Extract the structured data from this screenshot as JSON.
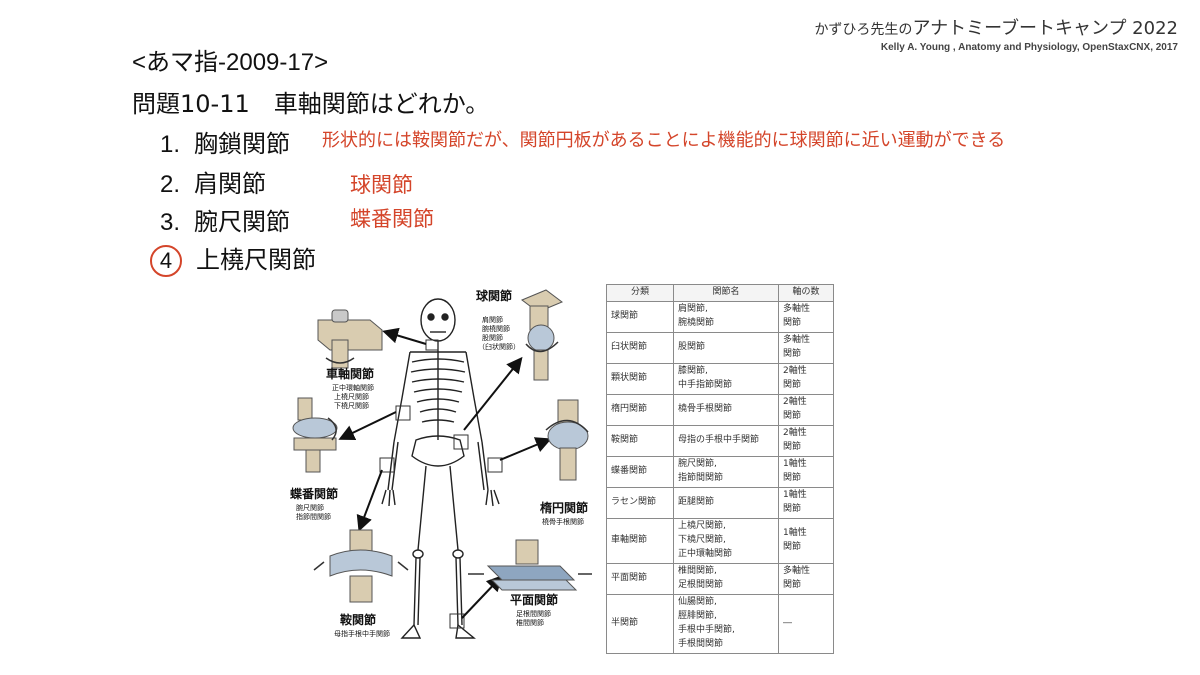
{
  "brand": {
    "title_small": "かずひろ先生の",
    "title_big": "アナトミーブートキャンプ 2022",
    "credit": "Kelly A. Young , Anatomy and Physiology, OpenStaxCNX, 2017"
  },
  "source": "<あマ指-2009-17>",
  "question": "問題10-11　車軸関節はどれか。",
  "options": [
    {
      "num": "1.",
      "label": "胸鎖関節"
    },
    {
      "num": "2.",
      "label": "肩関節"
    },
    {
      "num": "3.",
      "label": "腕尺関節"
    },
    {
      "num": "4",
      "label": "上橈尺関節"
    }
  ],
  "notes": {
    "n1": "形状的には鞍関節だが、関節円板があることによ機能的に球関節に近い運動ができる",
    "n2": "球関節",
    "n3": "蝶番関節"
  },
  "accent": "#d4452a",
  "figure": {
    "ball": {
      "title": "球関節",
      "sub": [
        "肩関節",
        "腕橈関節",
        "股関節",
        "（臼状関節）"
      ]
    },
    "pivot": {
      "title": "車軸関節",
      "sub": [
        "正中環軸関節",
        "上橈尺関節",
        "下橈尺関節"
      ]
    },
    "hinge": {
      "title": "蝶番関節",
      "sub": [
        "腕尺関節",
        "指節間関節"
      ]
    },
    "ellipsoid": {
      "title": "楕円関節",
      "sub": [
        "橈骨手根関節"
      ]
    },
    "saddle": {
      "title": "鞍関節",
      "sub": [
        "母指手根中手関節"
      ]
    },
    "plane": {
      "title": "平面関節",
      "sub": [
        "足根間関節",
        "椎間関節"
      ]
    }
  },
  "table": {
    "headers": [
      "分類",
      "関節名",
      "軸の数"
    ],
    "rows": [
      {
        "cls": "球関節",
        "name": "肩関節,\n腕橈関節",
        "axis": "多軸性\n関節"
      },
      {
        "cls": "臼状関節",
        "name": "股関節",
        "axis": "多軸性\n関節"
      },
      {
        "cls": "顆状関節",
        "name": "膝関節,\n中手指節関節",
        "axis": "2軸性\n関節"
      },
      {
        "cls": "楕円関節",
        "name": "橈骨手根関節",
        "axis": "2軸性\n関節"
      },
      {
        "cls": "鞍関節",
        "name": "母指の手根中手関節",
        "axis": "2軸性\n関節"
      },
      {
        "cls": "蝶番関節",
        "name": "腕尺関節,\n指節間関節",
        "axis": "1軸性\n関節"
      },
      {
        "cls": "ラセン関節",
        "name": "距腿関節",
        "axis": "1軸性\n関節"
      },
      {
        "cls": "車軸関節",
        "name": "上橈尺関節,\n下橈尺関節,\n正中環軸関節",
        "axis": "1軸性\n関節"
      },
      {
        "cls": "平面関節",
        "name": "椎間関節,\n足根間関節",
        "axis": "多軸性\n関節"
      },
      {
        "cls": "半関節",
        "name": "仙腸関節,\n脛腓関節,\n手根中手関節,\n手根間関節",
        "axis": "―"
      }
    ]
  }
}
